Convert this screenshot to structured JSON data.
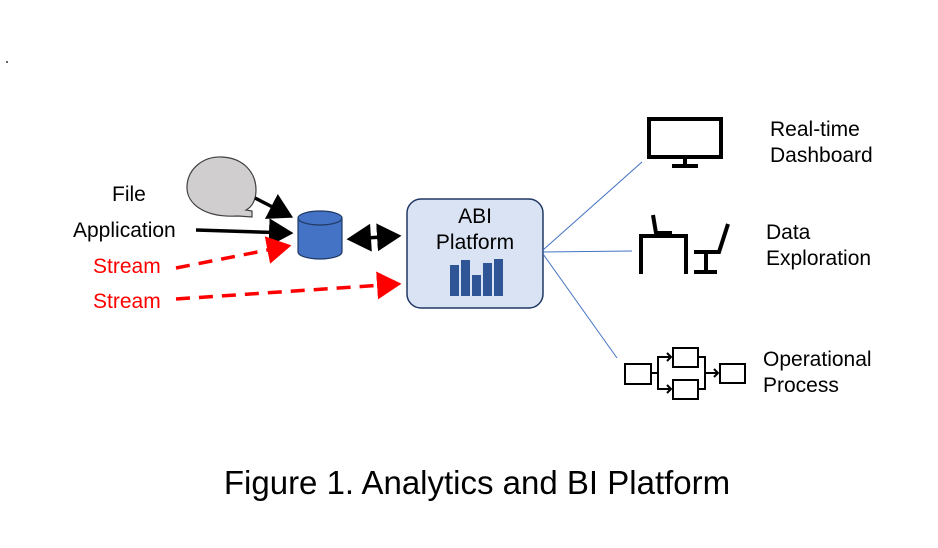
{
  "diagram": {
    "caption": "Figure 1. Analytics and BI Platform",
    "sources": {
      "file": "File",
      "application": "Application",
      "stream_1": "Stream",
      "stream_2": "Stream"
    },
    "platform": {
      "line1": "ABI",
      "line2": "Platform"
    },
    "outputs": {
      "dashboard_line1": "Real-time",
      "dashboard_line2": "Dashboard",
      "exploration_line1": "Data",
      "exploration_line2": "Exploration",
      "process_line1": "Operational",
      "process_line2": "Process"
    },
    "colors": {
      "stream": "#ff0000",
      "database": "#4472c4",
      "platform_fill": "#dae3f3",
      "platform_border": "#1f3864",
      "bars": "#2f5597",
      "connector": "#4472c4",
      "bubble": "#d0cece"
    }
  }
}
